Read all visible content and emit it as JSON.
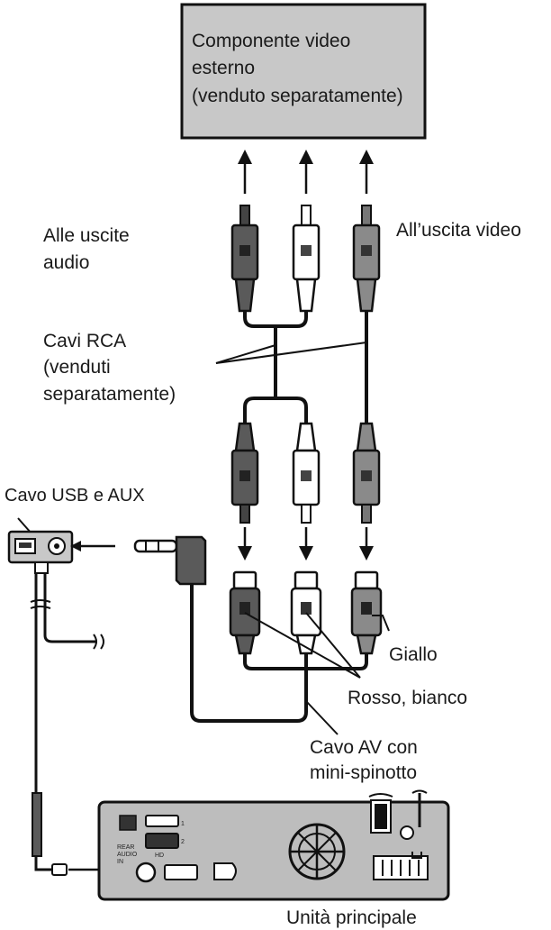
{
  "labels": {
    "external_component": [
      "Componente video",
      "esterno",
      "(venduto separatamente)"
    ],
    "audio_outputs": [
      "Alle uscite",
      "audio"
    ],
    "video_output": "All’uscita video",
    "rca_cables": [
      "Cavi RCA",
      "(venduti",
      "separatamente)"
    ],
    "usb_aux_cable": "Cavo USB e AUX",
    "yellow": "Giallo",
    "red_white": "Rosso, bianco",
    "av_cable": [
      "Cavo AV con",
      "mini-spinotto"
    ],
    "main_unit": "Unità principale",
    "unit_port_rear": [
      "REAR",
      "AUDIO",
      "IN"
    ],
    "unit_port_1": "1",
    "unit_port_2": "2",
    "unit_port_hd": "HD"
  },
  "colors": {
    "box_fill": "#c8c8c8",
    "unit_fill": "#bdbdbd",
    "red_plug": "#5a5a5a",
    "white_plug": "#ffffff",
    "yellow_plug": "#8a8a8a",
    "line": "#111111"
  }
}
